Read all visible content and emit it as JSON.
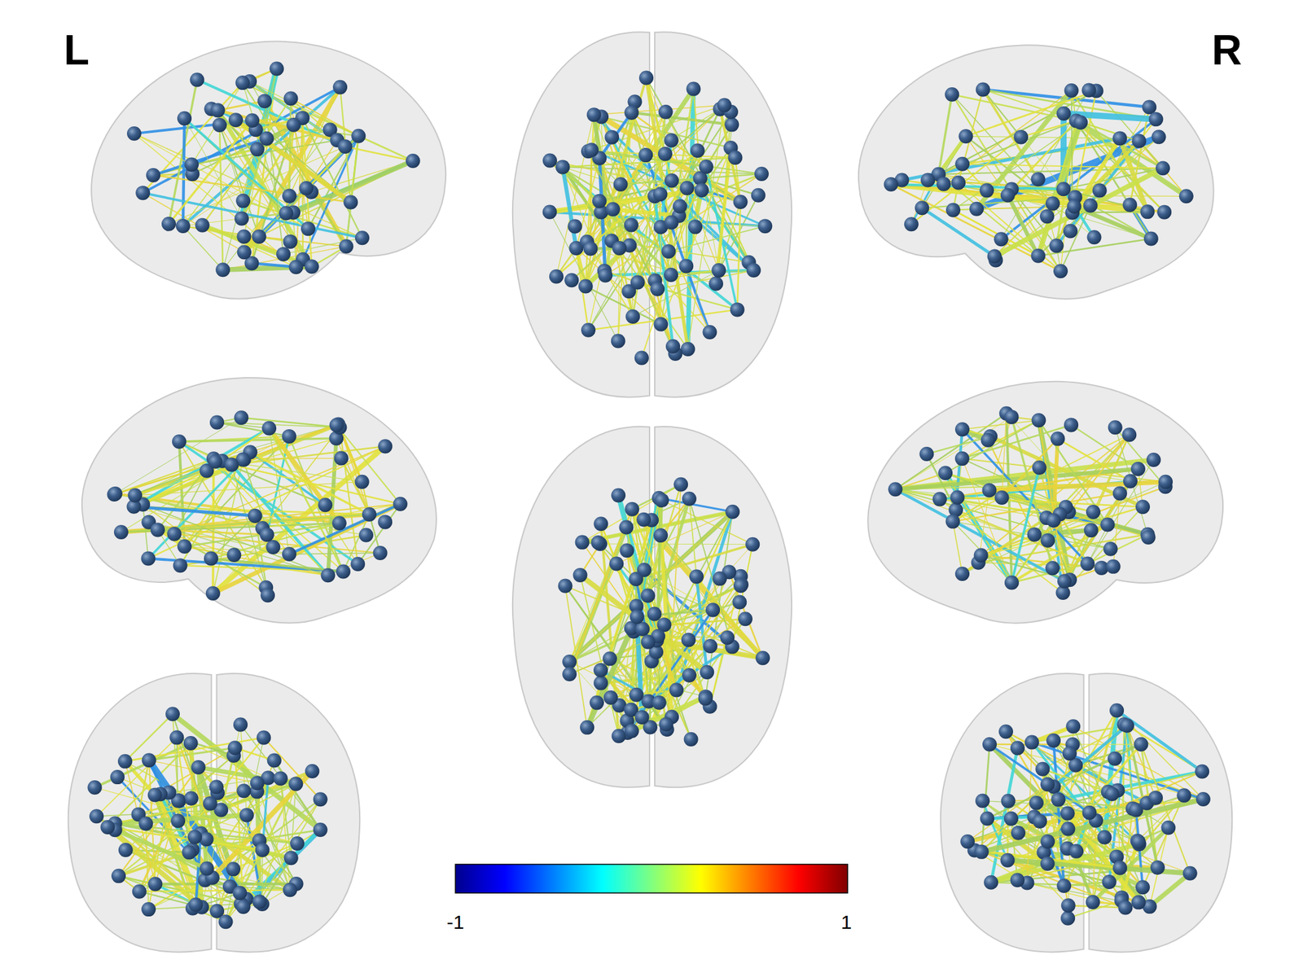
{
  "diagram": {
    "labels": [
      "L",
      "R",
      "-1",
      "1"
    ]
  }
}
